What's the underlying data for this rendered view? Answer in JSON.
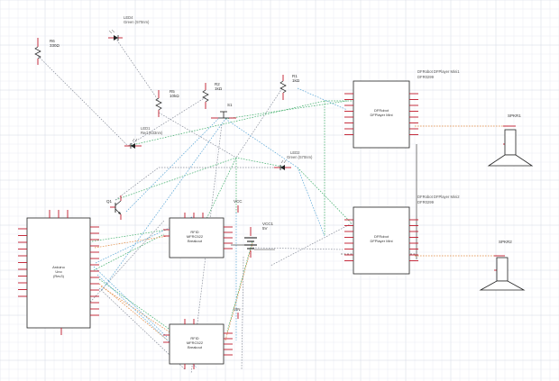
{
  "colors": {
    "grid_minor": "#e9ecf3",
    "grid_major": "#d3d8e3",
    "part_stroke": "#222222",
    "pin": "#c0182a",
    "wire_green": "#3fae6a",
    "wire_orange": "#e0873d",
    "wire_gray": "#8a8f9c",
    "wire_blue": "#5aa6d6"
  },
  "parts": {
    "led4": {
      "name": "LED4",
      "value": "Green (570nm)"
    },
    "r6": {
      "name": "R6",
      "value": "330Ω"
    },
    "r5": {
      "name": "R5",
      "value": "10kΩ"
    },
    "r2": {
      "name": "R2",
      "value": "1kΩ"
    },
    "r1": {
      "name": "R1",
      "value": "1kΩ"
    },
    "s1": {
      "name": "S1"
    },
    "led1": {
      "name": "LED1",
      "value": "Red (633nm)"
    },
    "led2": {
      "name": "LED2",
      "value": "Green (570nm)"
    },
    "q1": {
      "name": "Q1"
    },
    "vcc": {
      "name": "VCC"
    },
    "vin": {
      "name": "VIN"
    },
    "bat": {
      "name": "VCC1",
      "value": "5V"
    },
    "arduino": {
      "line1": "Arduino",
      "line2": "Uno",
      "line3": "(Rev3)"
    },
    "rfid1": {
      "line1": "RFID",
      "line2": "MFRC522",
      "line3": "Breakout"
    },
    "rfid2": {
      "line1": "RFID",
      "line2": "MFRC522",
      "line3": "Breakout"
    },
    "df1": {
      "label": "DFRobot DFPlayer Mini1",
      "sub": "DFR0299",
      "line1": "DFRobot",
      "line2": "DFPlayer Mini"
    },
    "df2": {
      "label": "DFRobot DFPlayer Mini2",
      "sub": "DFR0299",
      "line1": "DFRobot",
      "line2": "DFPlayer Mini"
    },
    "spk1": {
      "name": "SPKR1"
    },
    "spk2": {
      "name": "SPKR2"
    }
  }
}
